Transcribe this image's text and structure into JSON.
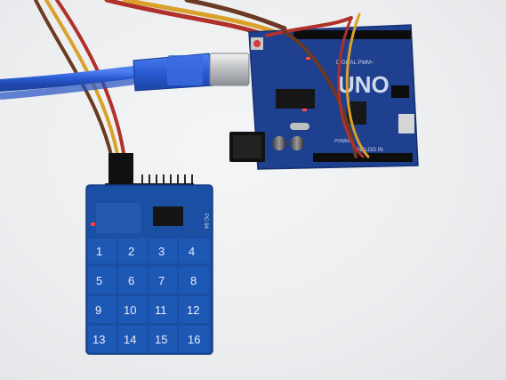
{
  "arduino": {
    "model_label": "UNO",
    "header_label_top": "DIGITAL PWM~",
    "header_label_bottom": "ANALOG IN",
    "power_label": "POWER"
  },
  "keypad": {
    "model_label": "PC-94",
    "keys": [
      "1",
      "2",
      "3",
      "4",
      "5",
      "6",
      "7",
      "8",
      "9",
      "10",
      "11",
      "12",
      "13",
      "14",
      "15",
      "16"
    ]
  },
  "colors": {
    "board_blue": "#1f3f8f",
    "keypad_blue": "#1b4fa3",
    "usb_cable": "#2b5fd6",
    "wire_red": "#b0302a",
    "wire_yellow": "#d9a12a",
    "wire_brown": "#6b3a22"
  }
}
